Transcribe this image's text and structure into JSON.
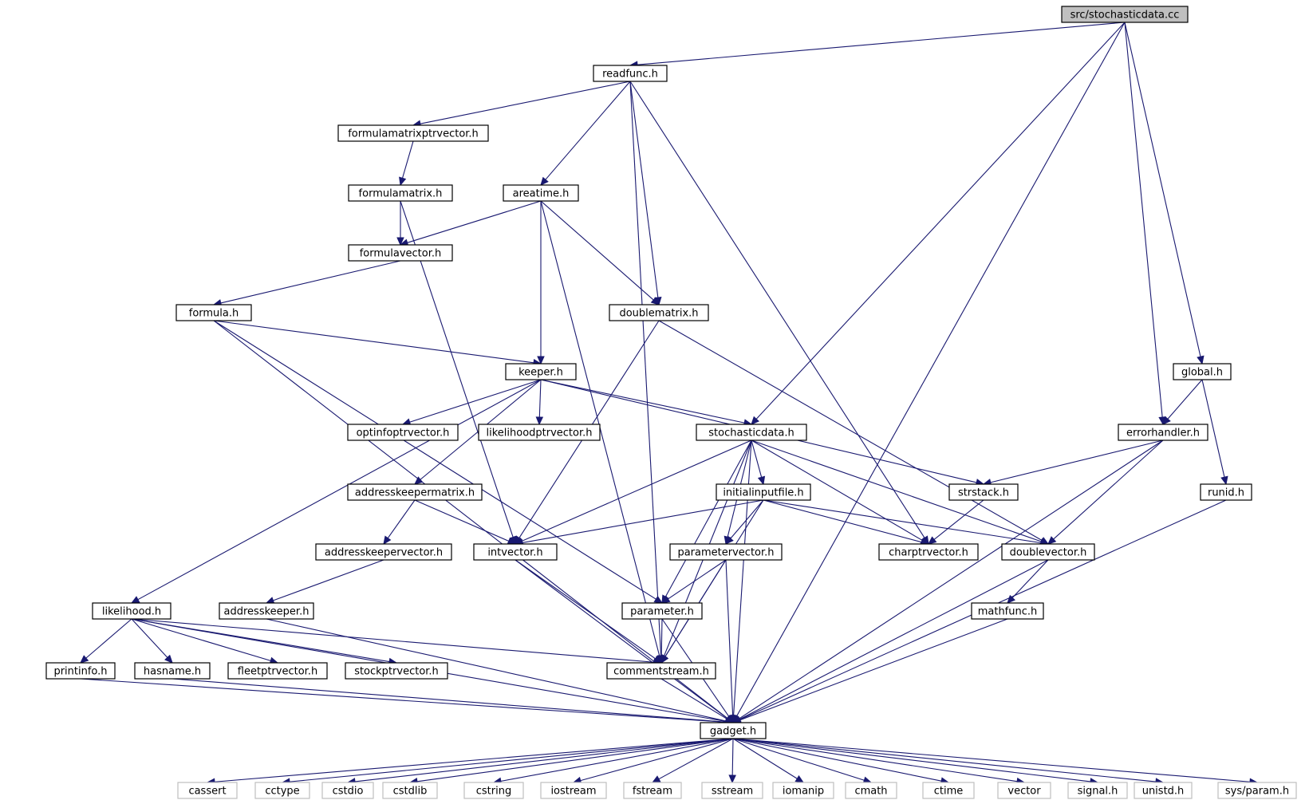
{
  "nodes": [
    {
      "id": "src_stochasticdata_cc",
      "label": "src/stochasticdata.cc",
      "kind": "root"
    },
    {
      "id": "readfunc_h",
      "label": "readfunc.h",
      "kind": "file"
    },
    {
      "id": "formulamatrixptrvector_h",
      "label": "formulamatrixptrvector.h",
      "kind": "file"
    },
    {
      "id": "formulamatrix_h",
      "label": "formulamatrix.h",
      "kind": "file"
    },
    {
      "id": "areatime_h",
      "label": "areatime.h",
      "kind": "file"
    },
    {
      "id": "formulavector_h",
      "label": "formulavector.h",
      "kind": "file"
    },
    {
      "id": "formula_h",
      "label": "formula.h",
      "kind": "file"
    },
    {
      "id": "doublematrix_h",
      "label": "doublematrix.h",
      "kind": "file"
    },
    {
      "id": "keeper_h",
      "label": "keeper.h",
      "kind": "file"
    },
    {
      "id": "global_h",
      "label": "global.h",
      "kind": "file"
    },
    {
      "id": "optinfoptrvector_h",
      "label": "optinfoptrvector.h",
      "kind": "file"
    },
    {
      "id": "likelihoodptrvector_h",
      "label": "likelihoodptrvector.h",
      "kind": "file"
    },
    {
      "id": "stochasticdata_h",
      "label": "stochasticdata.h",
      "kind": "file"
    },
    {
      "id": "errorhandler_h",
      "label": "errorhandler.h",
      "kind": "file"
    },
    {
      "id": "addresskeepermatrix_h",
      "label": "addresskeepermatrix.h",
      "kind": "file"
    },
    {
      "id": "initialinputfile_h",
      "label": "initialinputfile.h",
      "kind": "file"
    },
    {
      "id": "strstack_h",
      "label": "strstack.h",
      "kind": "file"
    },
    {
      "id": "runid_h",
      "label": "runid.h",
      "kind": "file"
    },
    {
      "id": "addresskeepervector_h",
      "label": "addresskeepervector.h",
      "kind": "file"
    },
    {
      "id": "intvector_h",
      "label": "intvector.h",
      "kind": "file"
    },
    {
      "id": "parametervector_h",
      "label": "parametervector.h",
      "kind": "file"
    },
    {
      "id": "charptrvector_h",
      "label": "charptrvector.h",
      "kind": "file"
    },
    {
      "id": "doublevector_h",
      "label": "doublevector.h",
      "kind": "file"
    },
    {
      "id": "likelihood_h",
      "label": "likelihood.h",
      "kind": "file"
    },
    {
      "id": "addresskeeper_h",
      "label": "addresskeeper.h",
      "kind": "file"
    },
    {
      "id": "parameter_h",
      "label": "parameter.h",
      "kind": "file"
    },
    {
      "id": "mathfunc_h",
      "label": "mathfunc.h",
      "kind": "file"
    },
    {
      "id": "printinfo_h",
      "label": "printinfo.h",
      "kind": "file"
    },
    {
      "id": "hasname_h",
      "label": "hasname.h",
      "kind": "file"
    },
    {
      "id": "fleetptrvector_h",
      "label": "fleetptrvector.h",
      "kind": "file"
    },
    {
      "id": "stockptrvector_h",
      "label": "stockptrvector.h",
      "kind": "file"
    },
    {
      "id": "commentstream_h",
      "label": "commentstream.h",
      "kind": "file"
    },
    {
      "id": "gadget_h",
      "label": "gadget.h",
      "kind": "file"
    },
    {
      "id": "cassert",
      "label": "cassert",
      "kind": "sys"
    },
    {
      "id": "cctype",
      "label": "cctype",
      "kind": "sys"
    },
    {
      "id": "cstdio",
      "label": "cstdio",
      "kind": "sys"
    },
    {
      "id": "cstdlib",
      "label": "cstdlib",
      "kind": "sys"
    },
    {
      "id": "cstring",
      "label": "cstring",
      "kind": "sys"
    },
    {
      "id": "iostream",
      "label": "iostream",
      "kind": "sys"
    },
    {
      "id": "fstream",
      "label": "fstream",
      "kind": "sys"
    },
    {
      "id": "sstream",
      "label": "sstream",
      "kind": "sys"
    },
    {
      "id": "iomanip",
      "label": "iomanip",
      "kind": "sys"
    },
    {
      "id": "cmath",
      "label": "cmath",
      "kind": "sys"
    },
    {
      "id": "ctime",
      "label": "ctime",
      "kind": "sys"
    },
    {
      "id": "vector",
      "label": "vector",
      "kind": "sys"
    },
    {
      "id": "signal_h",
      "label": "signal.h",
      "kind": "sys"
    },
    {
      "id": "unistd_h",
      "label": "unistd.h",
      "kind": "sys"
    },
    {
      "id": "sys_param_h",
      "label": "sys/param.h",
      "kind": "sys"
    }
  ],
  "edges": [
    [
      "src_stochasticdata_cc",
      "readfunc_h"
    ],
    [
      "src_stochasticdata_cc",
      "stochasticdata_h"
    ],
    [
      "src_stochasticdata_cc",
      "errorhandler_h"
    ],
    [
      "src_stochasticdata_cc",
      "global_h"
    ],
    [
      "src_stochasticdata_cc",
      "gadget_h"
    ],
    [
      "readfunc_h",
      "formulamatrixptrvector_h"
    ],
    [
      "readfunc_h",
      "areatime_h"
    ],
    [
      "readfunc_h",
      "doublematrix_h"
    ],
    [
      "readfunc_h",
      "charptrvector_h"
    ],
    [
      "readfunc_h",
      "commentstream_h"
    ],
    [
      "formulamatrixptrvector_h",
      "formulamatrix_h"
    ],
    [
      "formulamatrix_h",
      "formulavector_h"
    ],
    [
      "formulamatrix_h",
      "intvector_h"
    ],
    [
      "areatime_h",
      "formulavector_h"
    ],
    [
      "areatime_h",
      "doublematrix_h"
    ],
    [
      "areatime_h",
      "keeper_h"
    ],
    [
      "areatime_h",
      "commentstream_h"
    ],
    [
      "formulavector_h",
      "formula_h"
    ],
    [
      "formula_h",
      "keeper_h"
    ],
    [
      "formula_h",
      "parameter_h"
    ],
    [
      "formula_h",
      "gadget_h"
    ],
    [
      "doublematrix_h",
      "intvector_h"
    ],
    [
      "doublematrix_h",
      "doublevector_h"
    ],
    [
      "keeper_h",
      "optinfoptrvector_h"
    ],
    [
      "keeper_h",
      "likelihoodptrvector_h"
    ],
    [
      "keeper_h",
      "stochasticdata_h"
    ],
    [
      "keeper_h",
      "strstack_h"
    ],
    [
      "keeper_h",
      "addresskeepermatrix_h"
    ],
    [
      "keeper_h",
      "likelihood_h"
    ],
    [
      "global_h",
      "errorhandler_h"
    ],
    [
      "global_h",
      "runid_h"
    ],
    [
      "errorhandler_h",
      "strstack_h"
    ],
    [
      "errorhandler_h",
      "doublevector_h"
    ],
    [
      "errorhandler_h",
      "gadget_h"
    ],
    [
      "stochasticdata_h",
      "initialinputfile_h"
    ],
    [
      "stochasticdata_h",
      "intvector_h"
    ],
    [
      "stochasticdata_h",
      "parametervector_h"
    ],
    [
      "stochasticdata_h",
      "parameter_h"
    ],
    [
      "stochasticdata_h",
      "charptrvector_h"
    ],
    [
      "stochasticdata_h",
      "doublevector_h"
    ],
    [
      "stochasticdata_h",
      "commentstream_h"
    ],
    [
      "stochasticdata_h",
      "gadget_h"
    ],
    [
      "addresskeepermatrix_h",
      "addresskeepervector_h"
    ],
    [
      "addresskeepermatrix_h",
      "intvector_h"
    ],
    [
      "initialinputfile_h",
      "intvector_h"
    ],
    [
      "initialinputfile_h",
      "parametervector_h"
    ],
    [
      "initialinputfile_h",
      "charptrvector_h"
    ],
    [
      "initialinputfile_h",
      "doublevector_h"
    ],
    [
      "initialinputfile_h",
      "commentstream_h"
    ],
    [
      "strstack_h",
      "charptrvector_h"
    ],
    [
      "runid_h",
      "gadget_h"
    ],
    [
      "addresskeepervector_h",
      "addresskeeper_h"
    ],
    [
      "intvector_h",
      "commentstream_h"
    ],
    [
      "intvector_h",
      "gadget_h"
    ],
    [
      "parametervector_h",
      "parameter_h"
    ],
    [
      "parametervector_h",
      "commentstream_h"
    ],
    [
      "parametervector_h",
      "gadget_h"
    ],
    [
      "doublevector_h",
      "mathfunc_h"
    ],
    [
      "doublevector_h",
      "gadget_h"
    ],
    [
      "likelihood_h",
      "printinfo_h"
    ],
    [
      "likelihood_h",
      "hasname_h"
    ],
    [
      "likelihood_h",
      "fleetptrvector_h"
    ],
    [
      "likelihood_h",
      "stockptrvector_h"
    ],
    [
      "likelihood_h",
      "commentstream_h"
    ],
    [
      "likelihood_h",
      "gadget_h"
    ],
    [
      "addresskeeper_h",
      "gadget_h"
    ],
    [
      "parameter_h",
      "commentstream_h"
    ],
    [
      "parameter_h",
      "gadget_h"
    ],
    [
      "mathfunc_h",
      "gadget_h"
    ],
    [
      "printinfo_h",
      "gadget_h"
    ],
    [
      "hasname_h",
      "gadget_h"
    ],
    [
      "commentstream_h",
      "gadget_h"
    ],
    [
      "gadget_h",
      "cassert"
    ],
    [
      "gadget_h",
      "cctype"
    ],
    [
      "gadget_h",
      "cstdio"
    ],
    [
      "gadget_h",
      "cstdlib"
    ],
    [
      "gadget_h",
      "cstring"
    ],
    [
      "gadget_h",
      "iostream"
    ],
    [
      "gadget_h",
      "fstream"
    ],
    [
      "gadget_h",
      "sstream"
    ],
    [
      "gadget_h",
      "iomanip"
    ],
    [
      "gadget_h",
      "cmath"
    ],
    [
      "gadget_h",
      "ctime"
    ],
    [
      "gadget_h",
      "vector"
    ],
    [
      "gadget_h",
      "signal_h"
    ],
    [
      "gadget_h",
      "unistd_h"
    ],
    [
      "gadget_h",
      "sys_param_h"
    ]
  ]
}
